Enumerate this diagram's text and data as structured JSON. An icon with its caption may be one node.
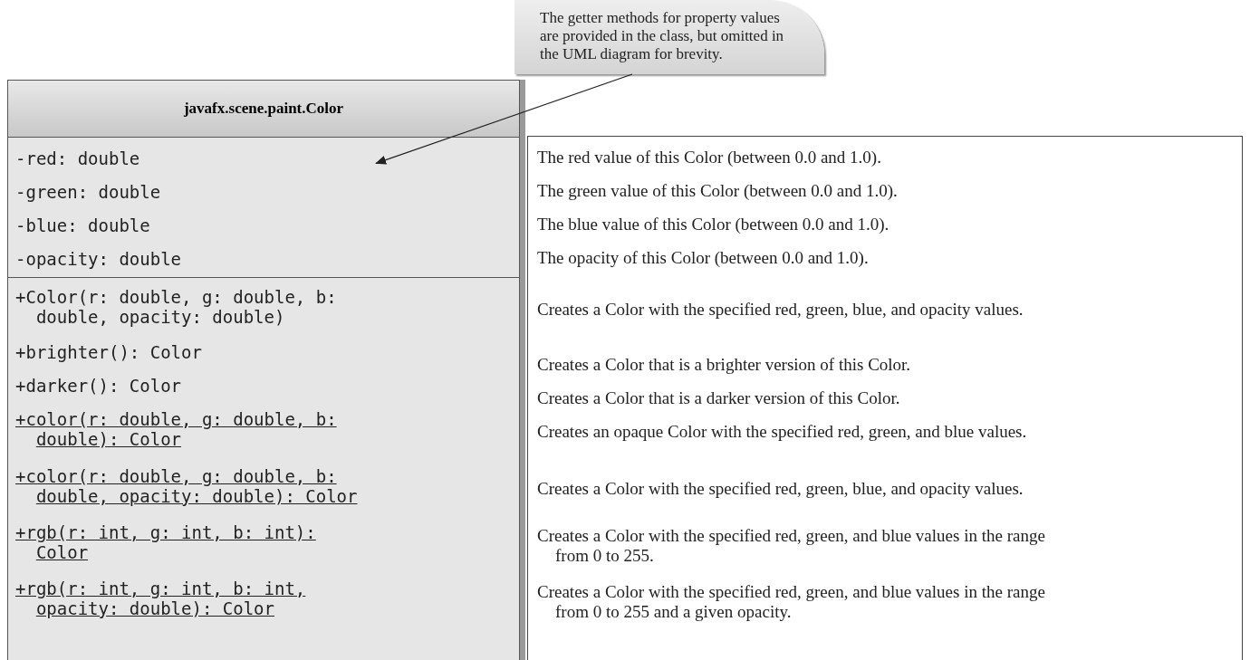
{
  "diagram": {
    "nodes": [
      {
        "text": [
          "javafx.scene.paint.Color"
        ]
      },
      {
        "text": [
          "-red: double",
          "-green: double",
          "-blue: double",
          "-opacity: double"
        ],
        "in": 0
      },
      {
        "text": [
          "+Color(r: double, g: double, b: double, opacity: double)",
          "+brighter(): Color",
          "+darker(): Color",
          "+color(r: double, g: double, b: double): Color",
          "+color(r: double, g: double, b: double, opacity: double): Color",
          "+rgb(r: int, g: int, b: int): Color",
          "+rgb(r: int, g: int, b: int, opacity: double): Color"
        ],
        "in": 0
      },
      {
        "text": [
          "The red value of this Color (between 0.0 and 1.0).",
          "The green value of this Color (between 0.0 and 1.0).",
          "The blue value of this Color (between 0.0 and 1.0).",
          "The opacity of this Color (between 0.0 and 1.0).",
          "Creates a Color with the specified red, green, blue, and opacity values.",
          "Creates a Color that is a brighter version of this Color.",
          "Creates a Color that is a darker version of this Color.",
          "Creates an opaque Color with the specified red, green, and blue values.",
          "Creates a Color with the specified red, green, blue, and opacity values.",
          "Creates a Color with the specified red, green, and blue values in the range from 0 to 255.",
          "Creates a Color with the specified red, green, and blue values in the range from 0 to 255 and a given opacity."
        ]
      },
      {
        "text": [
          "The getter methods for property values are provided in the class, but omitted in the UML diagram for brevity."
        ]
      }
    ],
    "edges": [
      {
        "from": 4,
        "to": 1,
        "arrow": "to"
      }
    ]
  }
}
